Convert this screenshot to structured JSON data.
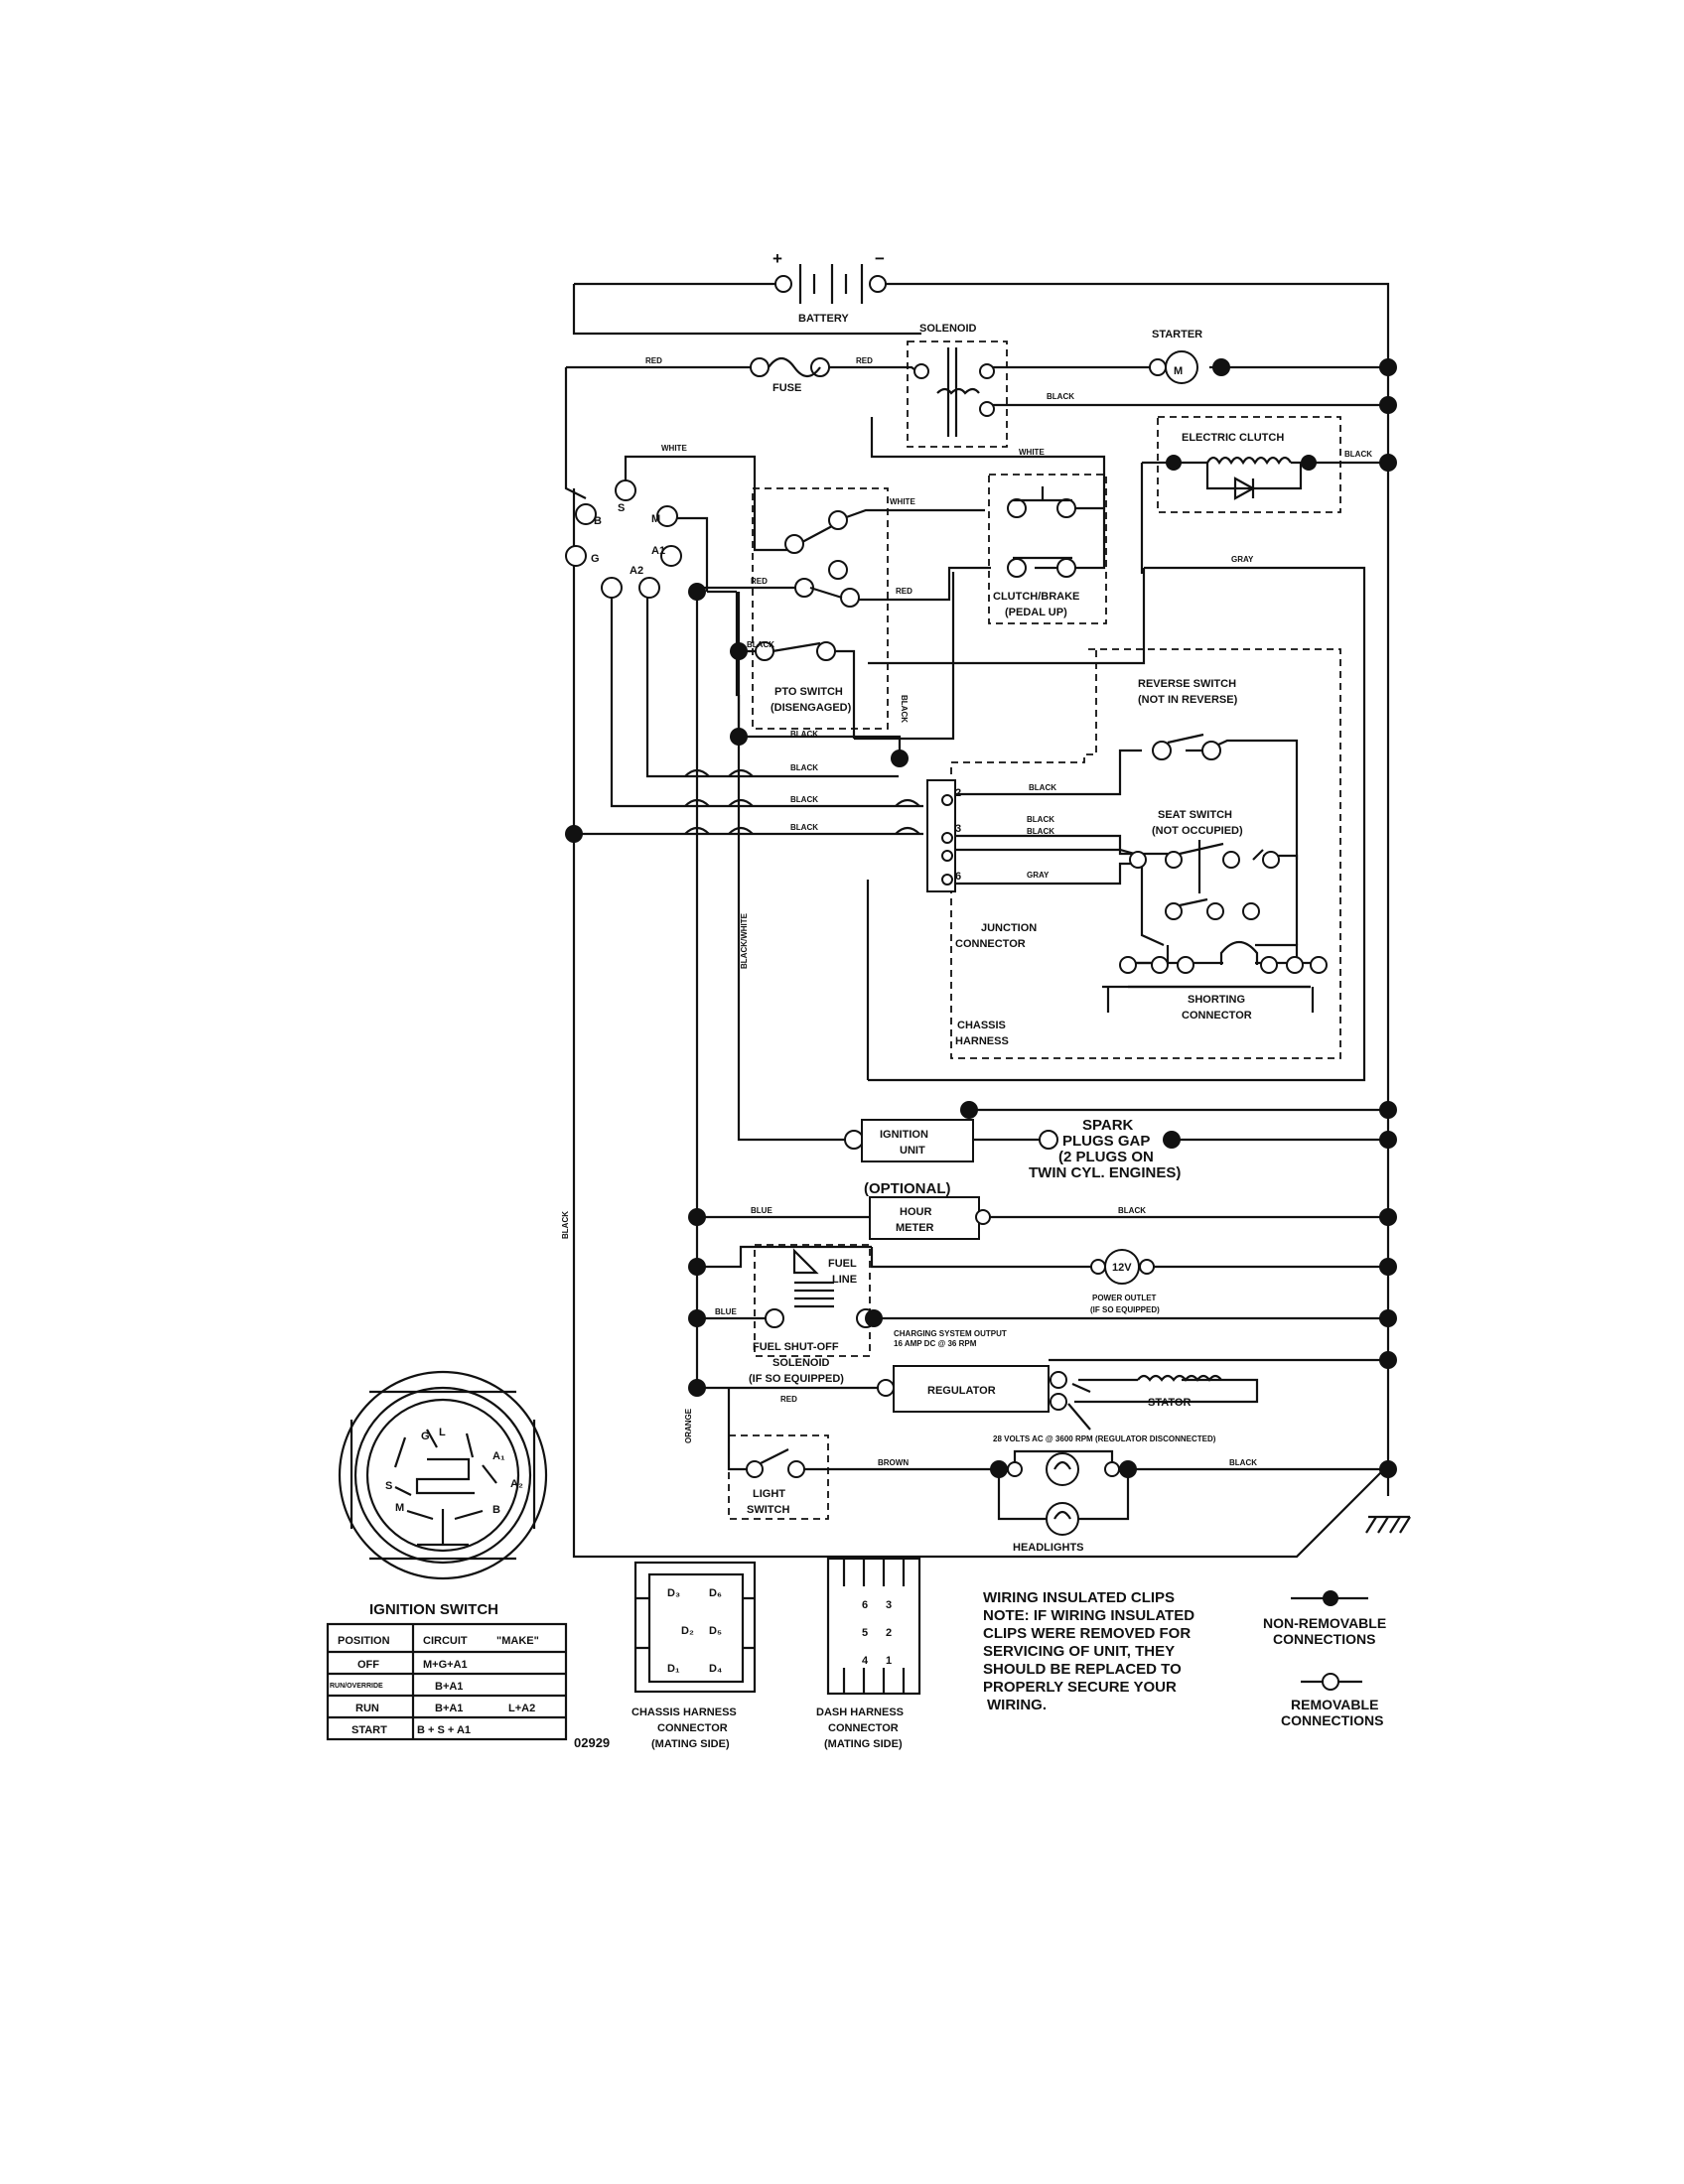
{
  "components": {
    "battery": "BATTERY",
    "battery_pos": "+",
    "battery_neg": "−",
    "solenoid": "SOLENOID",
    "starter": "STARTER",
    "starter_m": "M",
    "fuse": "FUSE",
    "electric_clutch": "ELECTRIC CLUTCH",
    "clutch_brake_1": "CLUTCH/BRAKE",
    "clutch_brake_2": "(PEDAL UP)",
    "pto_1": "PTO SWITCH",
    "pto_2": "(DISENGAGED)",
    "reverse_1": "REVERSE SWITCH",
    "reverse_2": "(NOT IN REVERSE)",
    "seat_1": "SEAT SWITCH",
    "seat_2": "(NOT OCCUPIED)",
    "junction_1": "JUNCTION",
    "junction_2": "CONNECTOR",
    "shorting_1": "SHORTING",
    "shorting_2": "CONNECTOR",
    "chassis_1": "CHASSIS",
    "chassis_2": "HARNESS",
    "ignition_1": "IGNITION",
    "ignition_2": "UNIT",
    "spark_1": "SPARK",
    "spark_2": "PLUGS GAP",
    "spark_3": "(2 PLUGS ON",
    "spark_4": "TWIN CYL. ENGINES)",
    "optional": "(OPTIONAL)",
    "hour_1": "HOUR",
    "hour_2": "METER",
    "fuel_1": "FUEL",
    "fuel_2": "LINE",
    "outlet_v": "12V",
    "outlet_1": "POWER OUTLET",
    "outlet_2": "(IF SO EQUIPPED)",
    "shutoff_1": "FUEL SHUT-OFF",
    "shutoff_2": "SOLENOID",
    "shutoff_3": "(IF SO EQUIPPED)",
    "charging_1": "CHARGING SYSTEM OUTPUT",
    "charging_2": "16 AMP DC @ 36 RPM",
    "regulator": "REGULATOR",
    "stator": "STATOR",
    "ac_volts": "28 VOLTS AC @ 3600 RPM (REGULATOR DISCONNECTED)",
    "light_1": "LIGHT",
    "light_2": "SWITCH",
    "headlights": "HEADLIGHTS"
  },
  "terminals": {
    "ign_b": "B",
    "ign_s": "S",
    "ign_m": "M",
    "ign_g": "G",
    "ign_a1": "A1",
    "ign_a2": "A2",
    "jc_2": "2",
    "jc_3": "3",
    "jc_6": "6",
    "face_g": "G",
    "face_l": "L",
    "face_a1": "A₁",
    "face_a2": "A₂",
    "face_s": "S",
    "face_m": "M",
    "face_b": "B",
    "ch_d3": "D₃",
    "ch_d6": "D₆",
    "ch_d2": "D₂",
    "ch_d5": "D₅",
    "ch_d1": "D₁",
    "ch_d4": "D₄",
    "dh_6": "6",
    "dh_3": "3",
    "dh_5": "5",
    "dh_2": "2",
    "dh_4": "4",
    "dh_1": "1"
  },
  "wire_colors": {
    "red": "RED",
    "black": "BLACK",
    "white": "WHITE",
    "gray": "GRAY",
    "blue": "BLUE",
    "brown": "BROWN",
    "orange": "ORANGE",
    "black_white": "BLACK/WHITE"
  },
  "ignition_switch": {
    "title": "IGNITION SWITCH",
    "headers": [
      "POSITION",
      "CIRCUIT",
      "\"MAKE\""
    ],
    "rows": [
      {
        "position": "OFF",
        "circuit": "M+G+A1",
        "extra": ""
      },
      {
        "position": "RUN/OVERRIDE",
        "circuit": "B+A1",
        "extra": ""
      },
      {
        "position": "RUN",
        "circuit": "B+A1",
        "extra": "L+A2"
      },
      {
        "position": "START",
        "circuit": "B + S + A1",
        "extra": ""
      }
    ]
  },
  "doc_number": "02929",
  "chassis_connector": [
    "CHASSIS HARNESS",
    "CONNECTOR",
    "(MATING SIDE)"
  ],
  "dash_connector": [
    "DASH HARNESS",
    "CONNECTOR",
    "(MATING SIDE)"
  ],
  "note": {
    "title": "WIRING INSULATED CLIPS",
    "lines": [
      "NOTE: IF WIRING INSULATED",
      "CLIPS WERE REMOVED FOR",
      "SERVICING OF UNIT, THEY",
      "SHOULD BE REPLACED TO",
      "PROPERLY SECURE YOUR",
      "WIRING."
    ]
  },
  "legend": {
    "non_removable": [
      "NON-REMOVABLE",
      "CONNECTIONS"
    ],
    "removable": [
      "REMOVABLE",
      "CONNECTIONS"
    ]
  }
}
